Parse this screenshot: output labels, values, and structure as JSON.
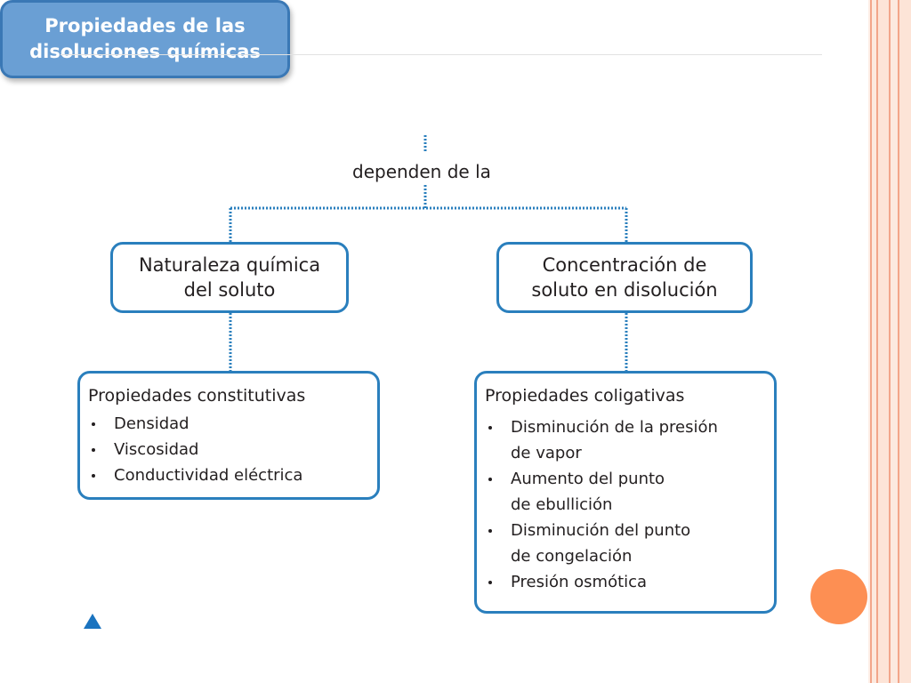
{
  "diagram": {
    "root": {
      "title": "Propiedades de las\ndisoluciones químicas"
    },
    "connector_label": "dependen de la",
    "left": {
      "title": "Naturaleza química\ndel soluto",
      "list_title": "Propiedades constitutivas",
      "items": [
        "Densidad",
        "Viscosidad",
        "Conductividad eléctrica"
      ]
    },
    "right": {
      "title": "Concentración de\nsoluto en disolución",
      "list_title": "Propiedades coligativas",
      "items": [
        "Disminución de la presión\nde vapor",
        "Aumento del punto\nde ebullición",
        "Disminución del punto\nde congelación",
        "Presión osmótica"
      ]
    }
  },
  "colors": {
    "root_fill": "#6a9fd4",
    "box_border": "#2a7fbd",
    "connector": "#2a7fbd",
    "accent_dot": "#fd8f53",
    "nav_triangle": "#1a73bf"
  }
}
